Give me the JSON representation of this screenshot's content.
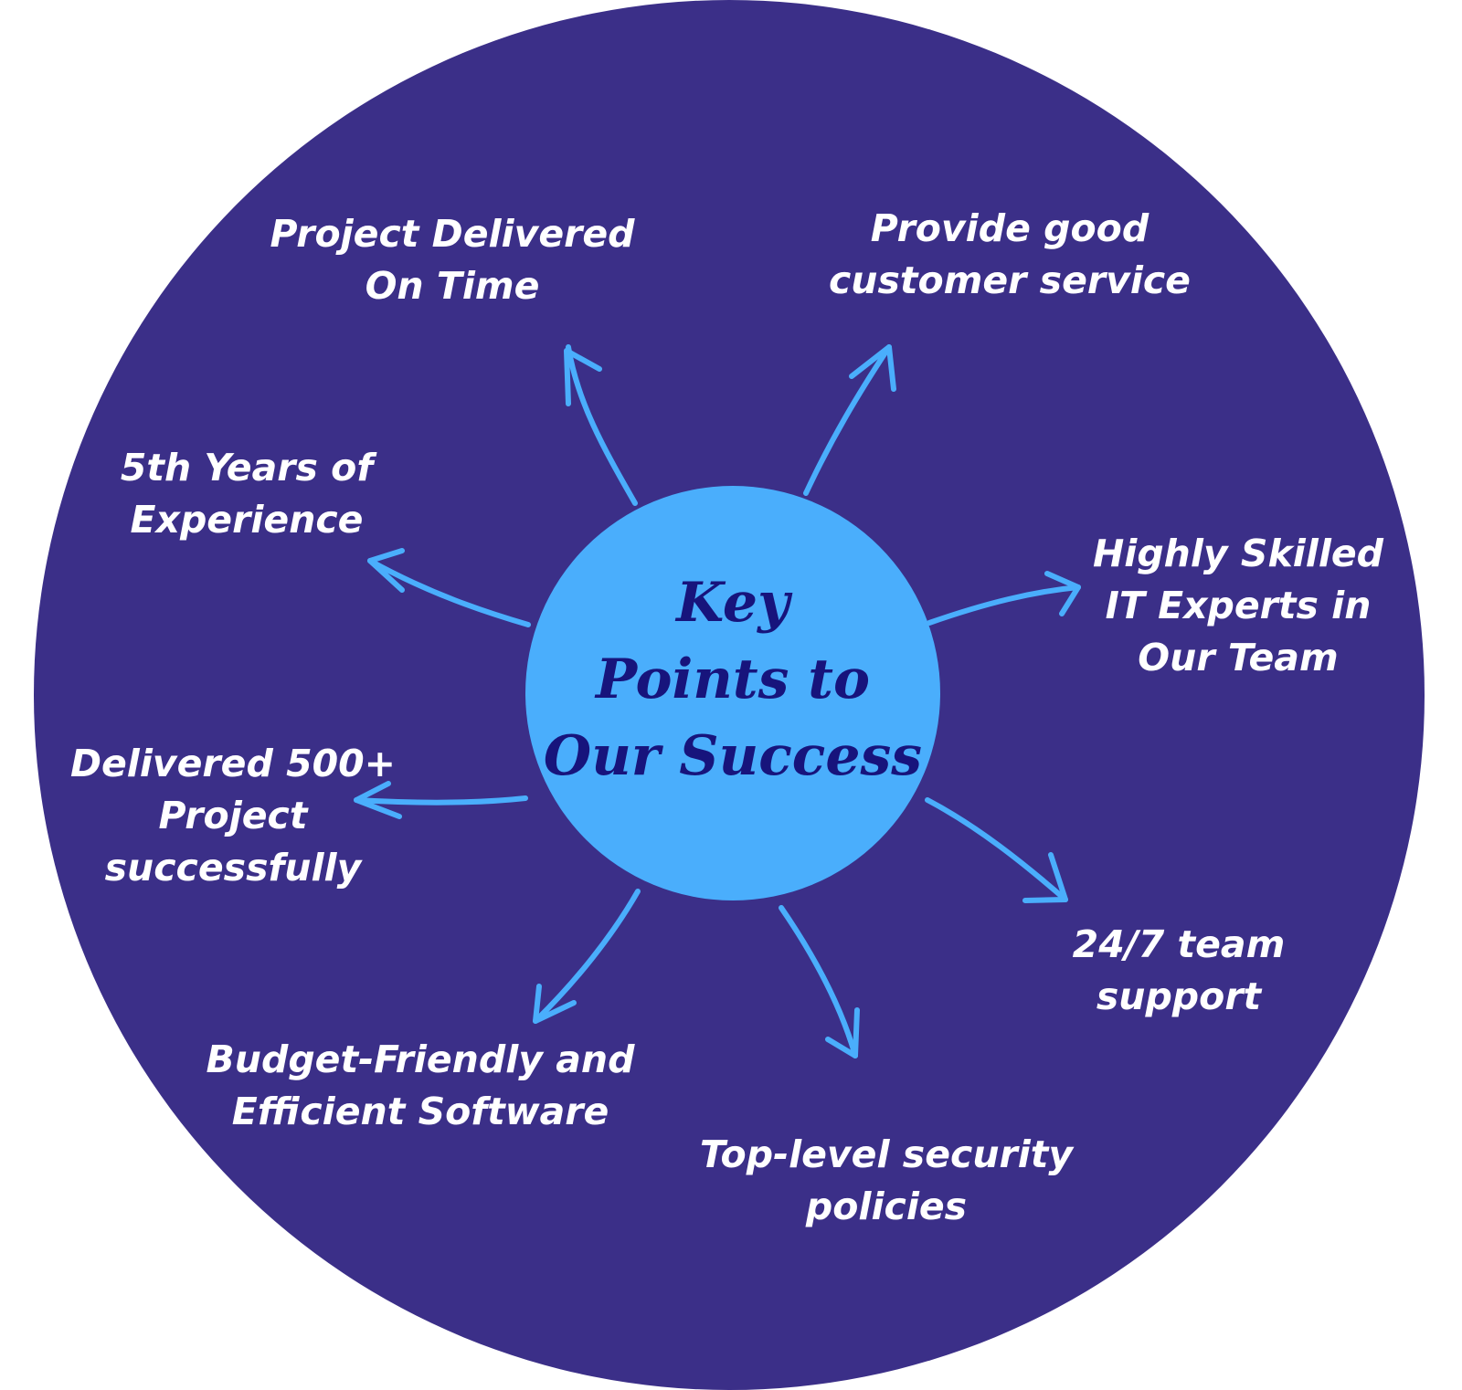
{
  "colors": {
    "outer_circle": "#3b2f88",
    "hub": "#4aaefc",
    "hub_text": "#17147c",
    "point_text": "#ffffff",
    "arrow": "#4aaefc"
  },
  "hub": {
    "title_lines": [
      "Key",
      "Points to",
      "Our Success"
    ]
  },
  "points": [
    {
      "id": "project-delivered-on-time",
      "lines": [
        "Project Delivered",
        "On Time"
      ]
    },
    {
      "id": "customer-service",
      "lines": [
        "Provide good",
        "customer service"
      ]
    },
    {
      "id": "years-of-experience",
      "lines": [
        "5th Years of",
        "Experience"
      ]
    },
    {
      "id": "it-experts",
      "lines": [
        "Highly Skilled",
        "IT Experts in",
        "Our Team"
      ]
    },
    {
      "id": "delivered-projects",
      "lines": [
        "Delivered 500+",
        "Project",
        "successfully"
      ]
    },
    {
      "id": "team-support",
      "lines": [
        "24/7 team",
        "support"
      ]
    },
    {
      "id": "budget-friendly-software",
      "lines": [
        "Budget-Friendly and",
        "Efficient Software"
      ]
    },
    {
      "id": "security-policies",
      "lines": [
        "Top-level security",
        "policies"
      ]
    }
  ]
}
